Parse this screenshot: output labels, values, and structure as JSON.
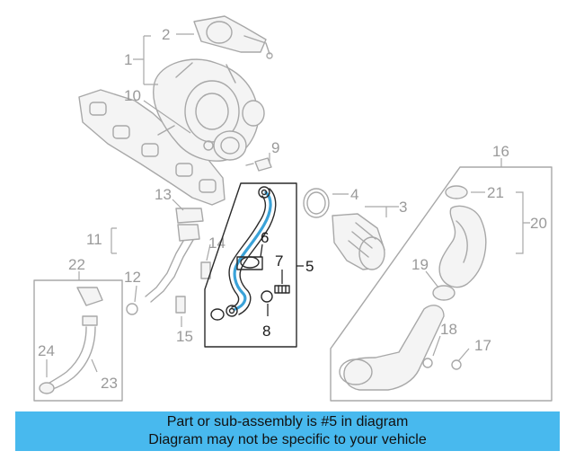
{
  "callouts": {
    "c1": "1",
    "c2": "2",
    "c3": "3",
    "c4": "4",
    "c5": "5",
    "c6": "6",
    "c7": "7",
    "c8": "8",
    "c9": "9",
    "c10": "10",
    "c11": "11",
    "c12": "12",
    "c13": "13",
    "c14": "14",
    "c15": "15",
    "c16": "16",
    "c17": "17",
    "c18": "18",
    "c19": "19",
    "c20": "20",
    "c21": "21",
    "c22": "22",
    "c23": "23",
    "c24": "24"
  },
  "highlight_color": "#3aa2d8",
  "banner": {
    "background": "#48b9ee",
    "line1": "Part or sub-assembly is #5 in diagram",
    "line2": "Diagram may not be specific to your vehicle"
  }
}
